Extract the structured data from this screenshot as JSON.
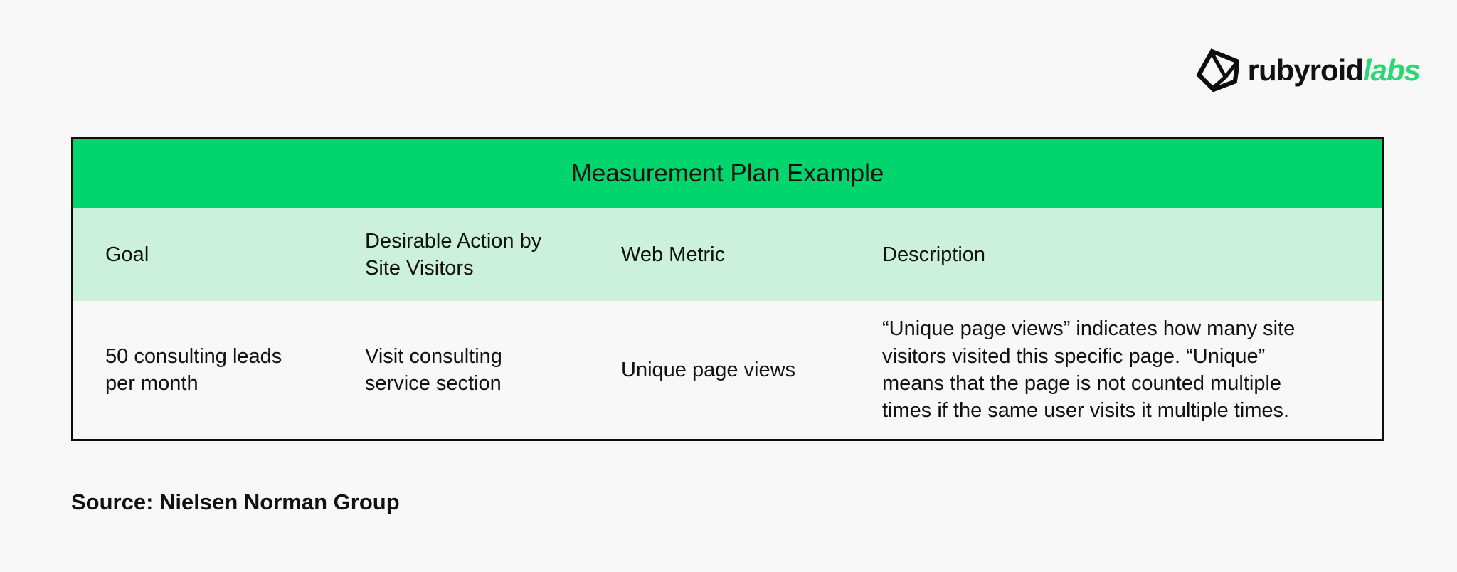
{
  "logo": {
    "brand_black": "rubyroid",
    "brand_green": "labs",
    "green_color": "#2bd673",
    "icon": "gem-icon"
  },
  "table": {
    "title": "Measurement Plan Example",
    "title_bg": "#00d46c",
    "header_bg": "#cbf1dd",
    "border_color": "#0d0d0d",
    "columns": [
      "Goal",
      "Desirable Action by Site Visitors",
      "Web Metric",
      "Description"
    ],
    "row": {
      "goal": "50 consulting leads per month",
      "action": "Visit consulting service section",
      "metric": "Unique page views",
      "description": "“Unique page views” indicates how many site visitors visited this specific page. “Unique” means that the page is not counted multiple times if the same user visits it multiple times."
    }
  },
  "footer": {
    "source": "Source: Nielsen Norman Group"
  },
  "page": {
    "background": "#f8f8f8"
  }
}
